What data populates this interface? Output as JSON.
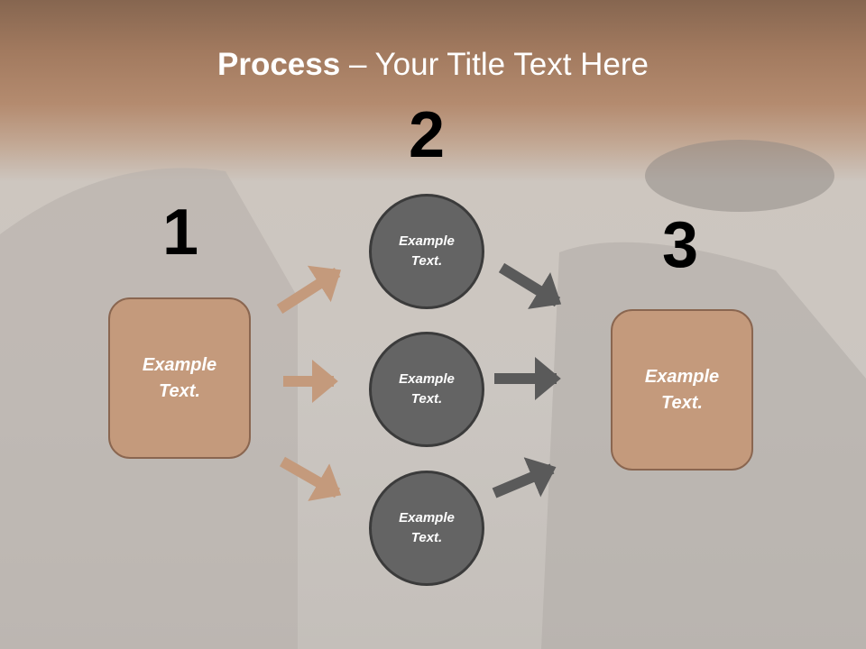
{
  "slide": {
    "title_bold": "Process",
    "title_rest": " – Your Title Text Here",
    "steps": [
      {
        "number": "1",
        "text_line1": "Example",
        "text_line2": "Text."
      },
      {
        "number": "2"
      },
      {
        "number": "3",
        "text_line1": "Example",
        "text_line2": "Text."
      }
    ],
    "circles": [
      {
        "text_line1": "Example",
        "text_line2": "Text."
      },
      {
        "text_line1": "Example",
        "text_line2": "Text."
      },
      {
        "text_line1": "Example",
        "text_line2": "Text."
      }
    ],
    "colors": {
      "accent": "#c49a7c",
      "circle": "#646464",
      "arrow_dark": "#5a5a5a"
    }
  }
}
